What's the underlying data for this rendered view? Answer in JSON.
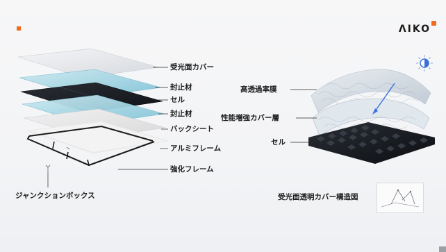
{
  "brand": {
    "name": "ΛIKO"
  },
  "left_panel": {
    "labels": [
      "受光面カバー",
      "封止材",
      "セル",
      "封止材",
      "バックシート",
      "アルミフレーム",
      "強化フレーム",
      "ジャンクションボックス"
    ]
  },
  "right_panel": {
    "labels": [
      "高透過率膜",
      "性能増強カバー層",
      "セル"
    ],
    "caption": "受光面透明カバー構造図"
  },
  "icons": {
    "brightness": "brightness-icon"
  }
}
